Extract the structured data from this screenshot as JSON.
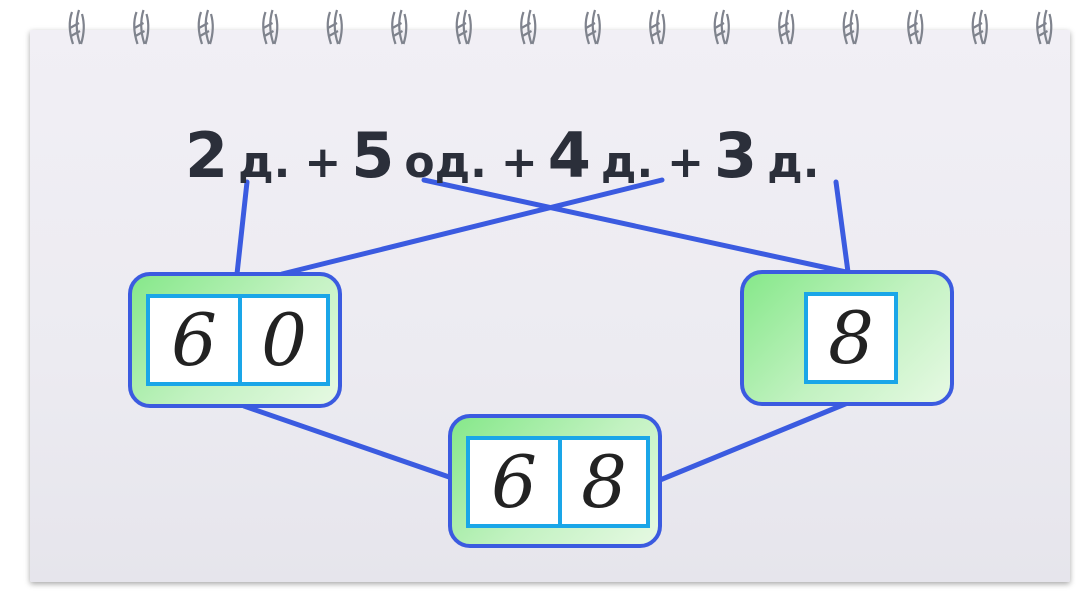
{
  "expression": {
    "terms": [
      {
        "number": "2",
        "unit": "д."
      },
      {
        "number": "5",
        "unit": "од."
      },
      {
        "number": "4",
        "unit": "д."
      },
      {
        "number": "3",
        "unit": "д."
      }
    ],
    "operator": "+"
  },
  "groups": {
    "left_result": {
      "digits": [
        "6",
        "0"
      ]
    },
    "right_result": {
      "digits": [
        "8"
      ]
    },
    "final_result": {
      "digits": [
        "6",
        "8"
      ]
    }
  },
  "colors": {
    "connector": "#3b5be0",
    "box_border": "#3b5be0",
    "cell_border": "#1aa6e8",
    "box_fill": "#a8eea6",
    "text": "#2b2f3a"
  }
}
